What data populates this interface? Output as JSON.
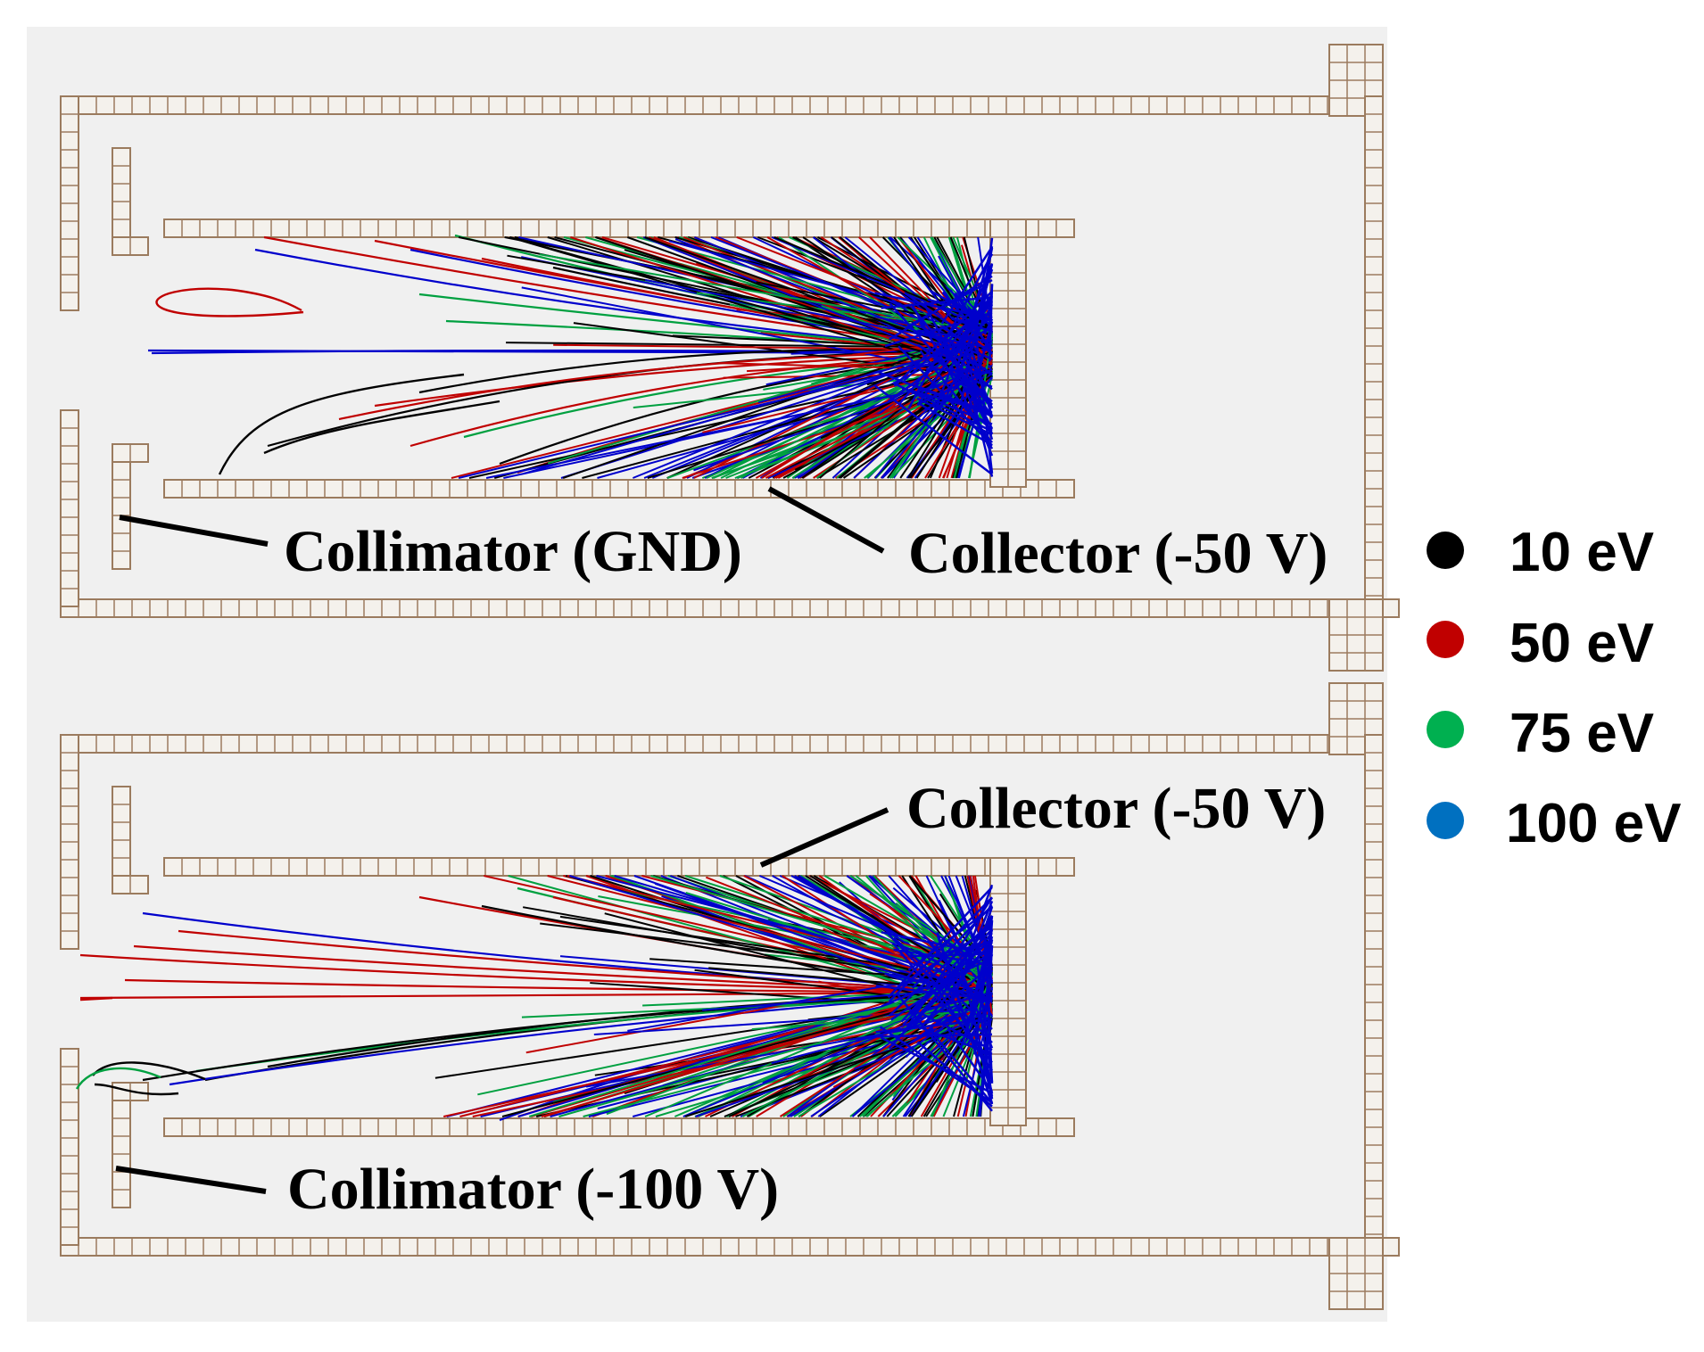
{
  "panels": [
    {
      "id": "top",
      "collimator_label": "Collimator (GND)",
      "collector_label": "Collector (-50 V)"
    },
    {
      "id": "bottom",
      "collimator_label": "Collimator (-100 V)",
      "collector_label": "Collector (-50 V)"
    }
  ],
  "legend": [
    {
      "label": "10 eV",
      "color": "#000000"
    },
    {
      "label": "50 eV",
      "color": "#c00000"
    },
    {
      "label": "75 eV",
      "color": "#00b050"
    },
    {
      "label": "100 eV",
      "color": "#0070c0"
    }
  ],
  "colors": {
    "background": "#f0f0f0",
    "electrode_cell_stroke": "#9b7b5e",
    "electrode_cell_fill": "#f4f1ec",
    "trajectory_10eV": "#000000",
    "trajectory_50eV": "#c00000",
    "trajectory_75eV": "#00a040",
    "trajectory_100eV": "#0000cc"
  }
}
